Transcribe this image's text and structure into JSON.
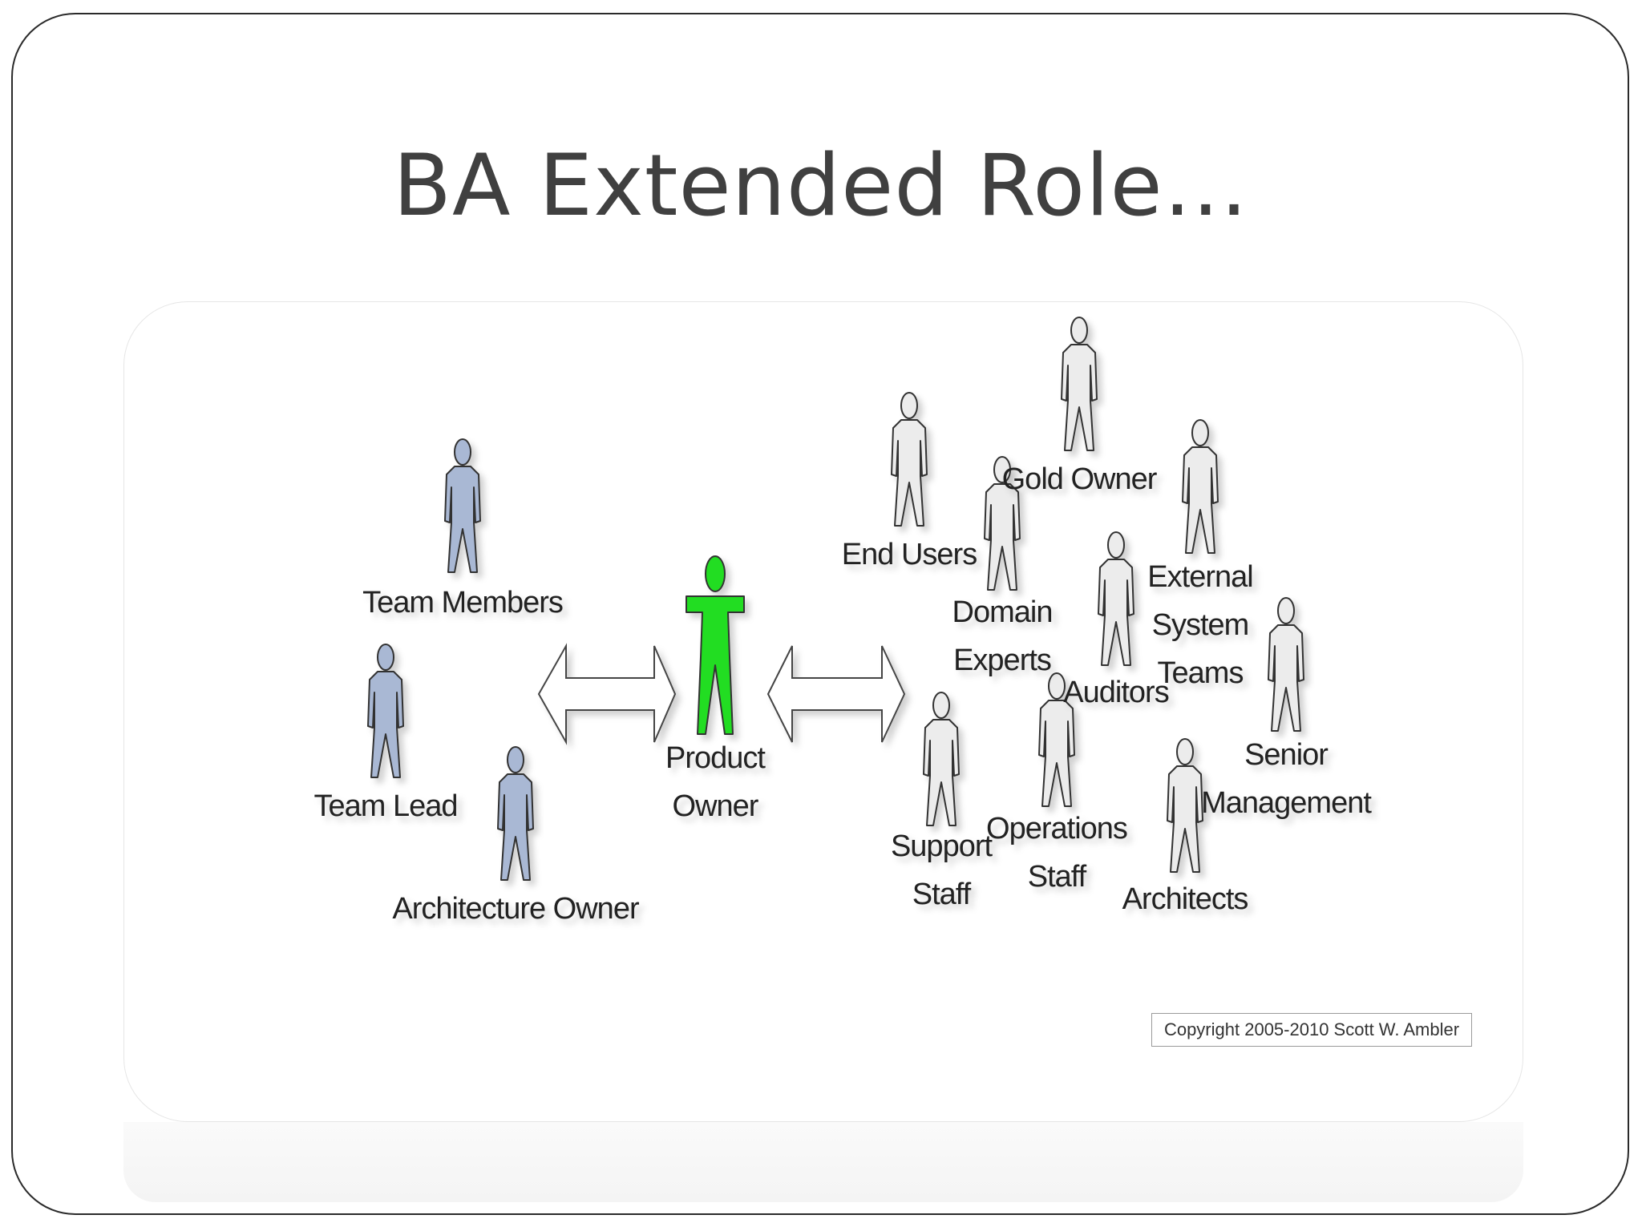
{
  "slide": {
    "title": "BA Extended Role…"
  },
  "diagram": {
    "colors": {
      "team": "#a9b8d4",
      "product_owner": "#22dd22",
      "stakeholder": "#ececec",
      "outline": "#333333"
    },
    "team_roles": [
      {
        "id": "team-members",
        "lines": [
          "Team Members"
        ]
      },
      {
        "id": "team-lead",
        "lines": [
          "Team Lead"
        ]
      },
      {
        "id": "architecture-owner",
        "lines": [
          "Architecture Owner"
        ]
      }
    ],
    "product_owner": {
      "id": "product-owner",
      "lines": [
        "Product",
        "Owner"
      ]
    },
    "stakeholders": [
      {
        "id": "end-users",
        "lines": [
          "End Users"
        ]
      },
      {
        "id": "gold-owner",
        "lines": [
          "Gold Owner"
        ]
      },
      {
        "id": "domain-experts",
        "lines": [
          "Domain",
          "Experts"
        ]
      },
      {
        "id": "external-system-teams",
        "lines": [
          "External",
          "System",
          "Teams"
        ]
      },
      {
        "id": "auditors",
        "lines": [
          "Auditors"
        ]
      },
      {
        "id": "senior-management",
        "lines": [
          "Senior",
          "Management"
        ]
      },
      {
        "id": "support-staff",
        "lines": [
          "Support",
          "Staff"
        ]
      },
      {
        "id": "operations-staff",
        "lines": [
          "Operations",
          "Staff"
        ]
      },
      {
        "id": "architects",
        "lines": [
          "Architects"
        ]
      }
    ],
    "copyright": "Copyright 2005-2010 Scott W. Ambler"
  }
}
